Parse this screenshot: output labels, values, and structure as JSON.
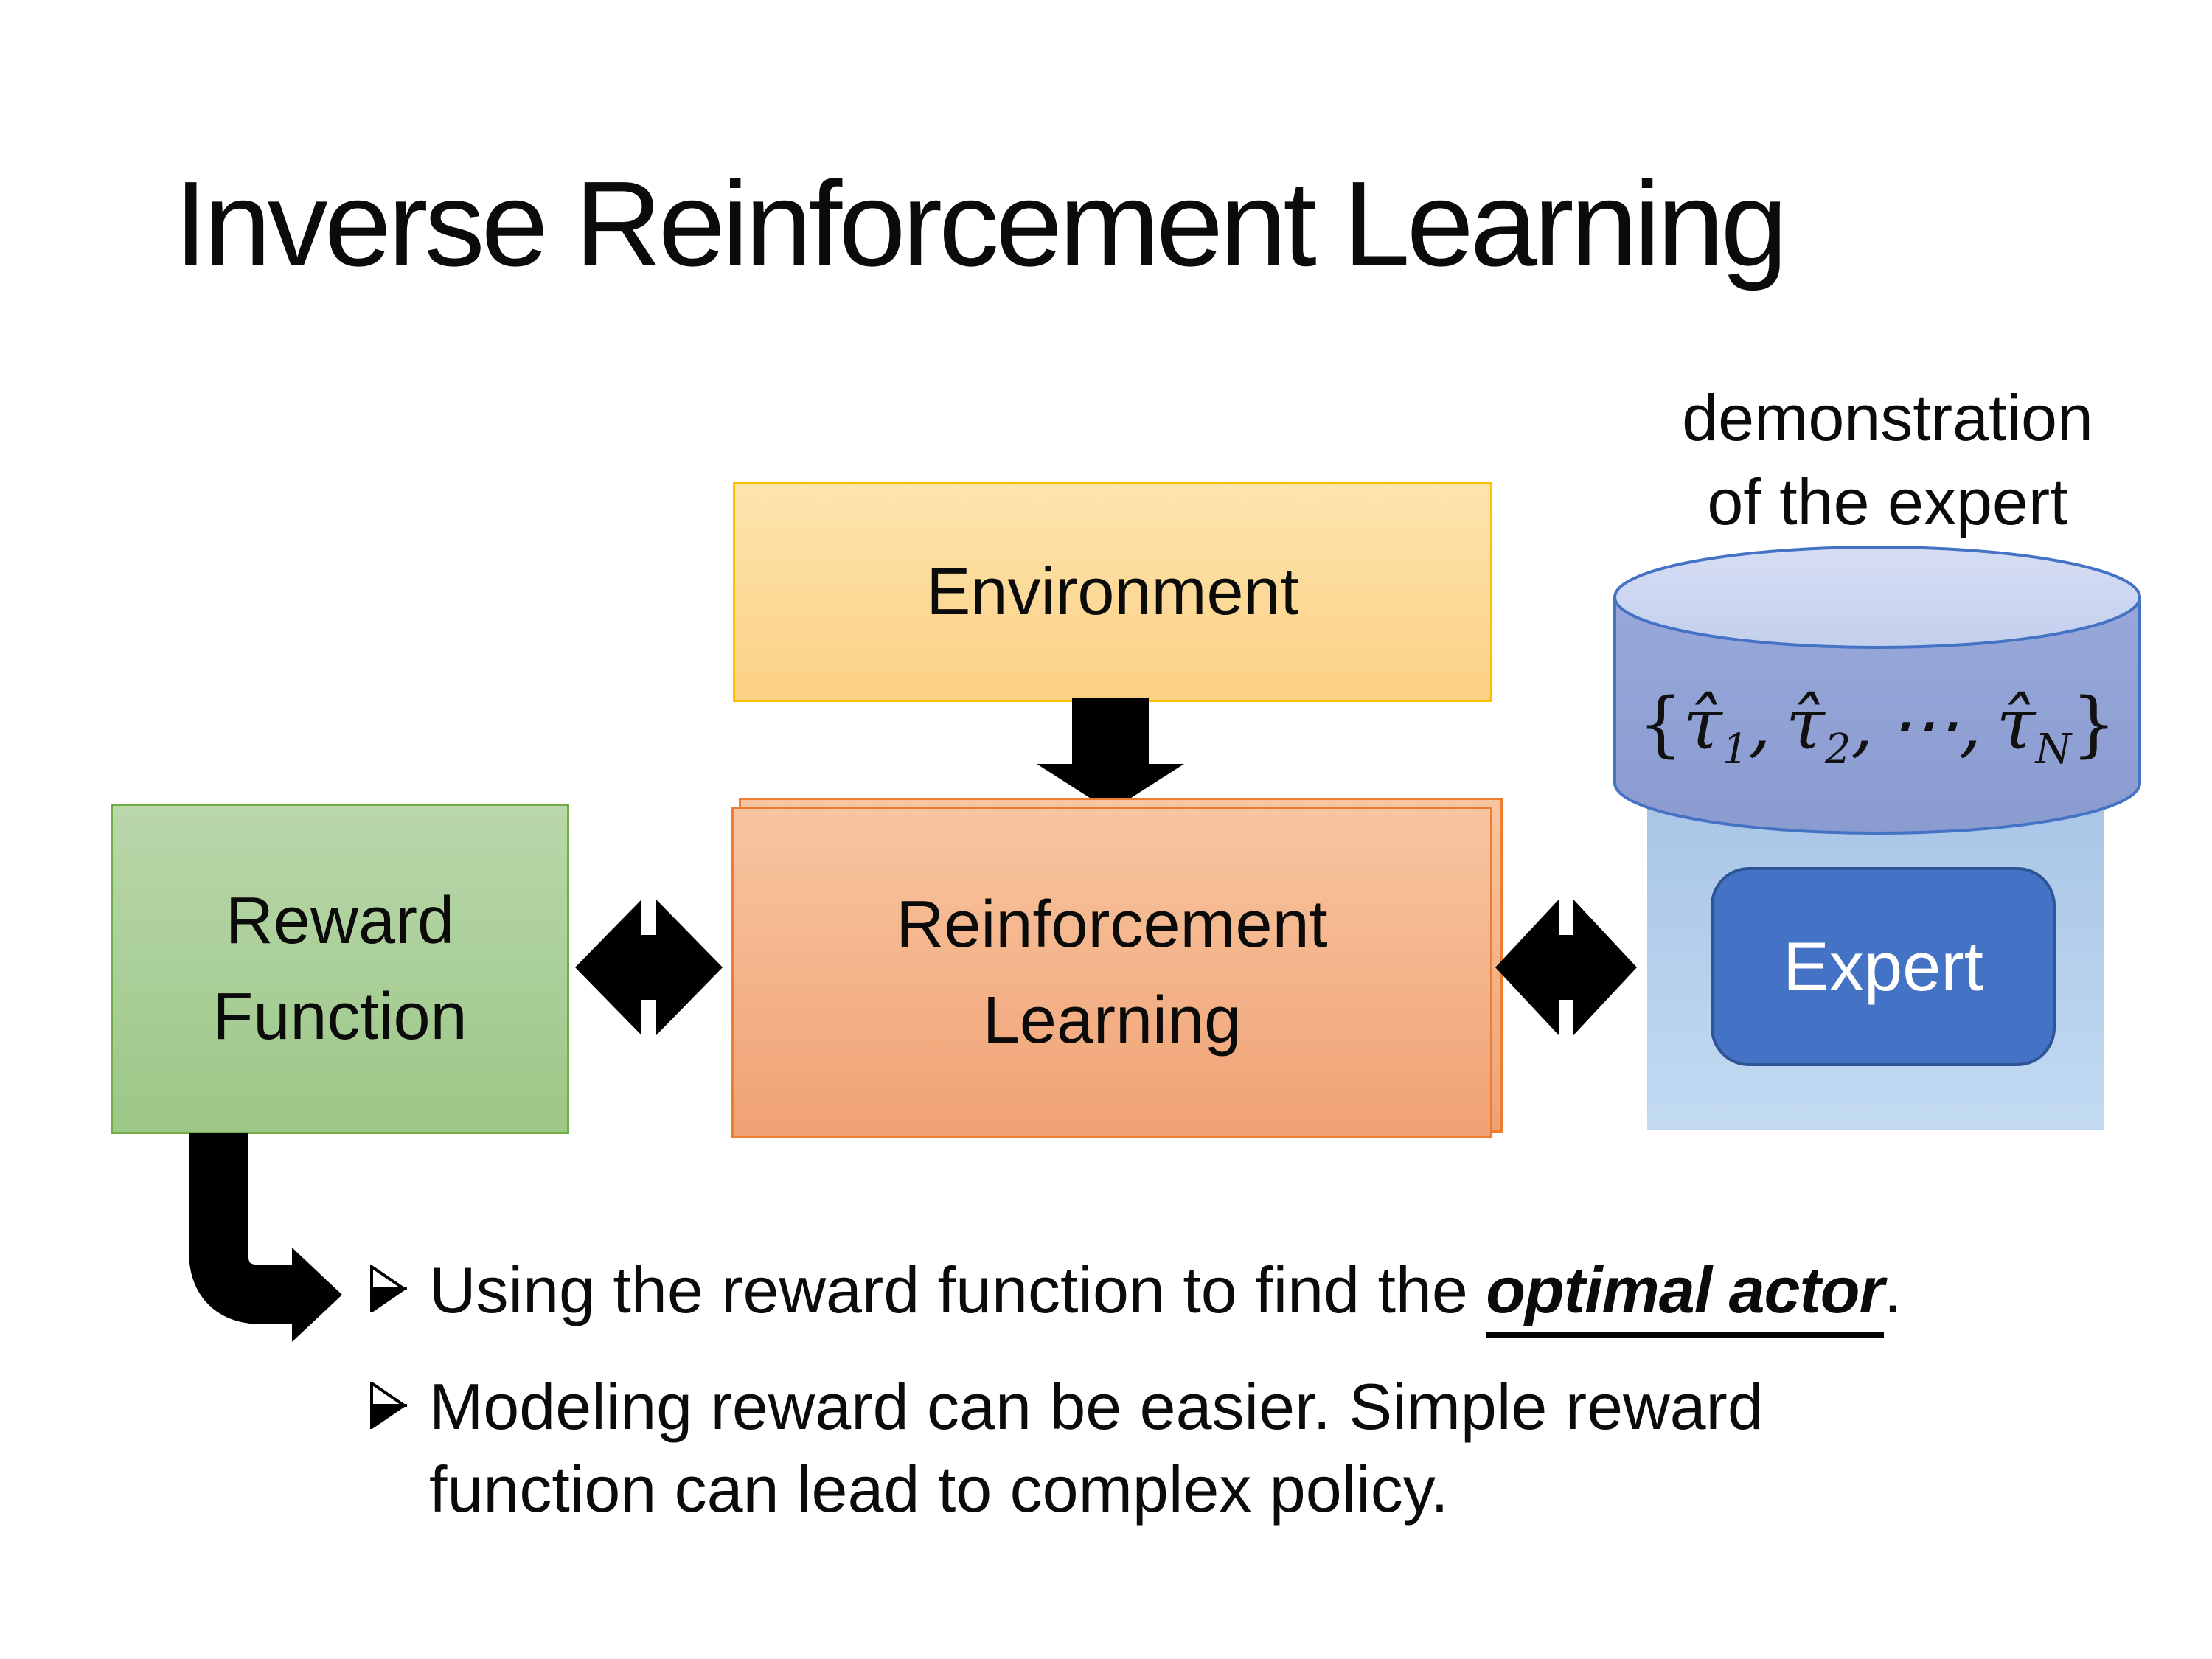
{
  "slide_title": "Inverse Reinforcement Learning",
  "demo_label": {
    "line1": "demonstration",
    "line2": "of the expert"
  },
  "boxes": {
    "environment": "Environment",
    "reward_line1": "Reward",
    "reward_line2": "Function",
    "rl_line1": "Reinforcement",
    "rl_line2": "Learning",
    "expert": "Expert"
  },
  "formula": {
    "open": "{",
    "tau1": "τ̂",
    "sub1": "1",
    "comma1": ",",
    "tau2": "τ̂",
    "sub2": "2",
    "comma2": ",",
    "dots": "⋯",
    "comma3": ",",
    "tau3": "τ̂",
    "sub3": "N",
    "close": "}"
  },
  "bullets": {
    "b1_pre": "Using the reward function to find the ",
    "b1_em": "optimal actor",
    "b1_post": ".",
    "b2_line1": "Modeling reward can be easier. Simple reward",
    "b2_line2": "function can lead to complex policy."
  },
  "colors": {
    "environment_fill_top": "#FDE5AF",
    "environment_fill_bottom": "#FBD083",
    "environment_border": "#FFC000",
    "reward_fill_top": "#B9D7AA",
    "reward_fill_bottom": "#9CC787",
    "reward_border": "#71AD47",
    "rl_fill_top": "#F8C5A0",
    "rl_fill_bottom": "#F0A274",
    "rl_border": "#ED7D31",
    "cylinder_body": "#8F9FD3",
    "cylinder_top": "#CDD7F0",
    "cylinder_border": "#4472C4",
    "expert_panel_top": "#A9C6E7",
    "expert_panel_bottom": "#C3DAF2",
    "expert_fill": "#4472C4",
    "expert_border": "#2F5597",
    "expert_text": "#FFFFFF",
    "arrow_color": "#000000"
  }
}
